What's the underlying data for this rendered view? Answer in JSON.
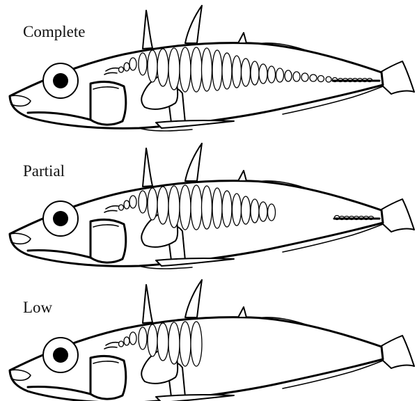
{
  "figure": {
    "panels": [
      {
        "id": "complete",
        "label": "Complete",
        "lateral_plate_count": 33,
        "has_keel": true
      },
      {
        "id": "partial",
        "label": "Partial",
        "lateral_plate_count": 17,
        "has_keel": true
      },
      {
        "id": "low",
        "label": "Low",
        "lateral_plate_count": 8,
        "has_keel": false
      }
    ],
    "colors": {
      "line": "#000000",
      "fill": "#ffffff",
      "label_text": "#111111"
    }
  }
}
